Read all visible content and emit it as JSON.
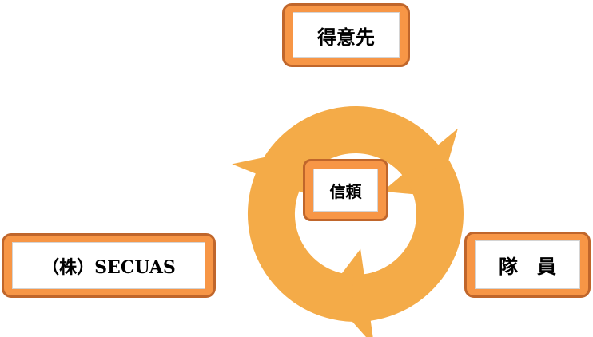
{
  "diagram": {
    "type": "cycle",
    "center_label": "信頼",
    "nodes": [
      {
        "id": "customer",
        "label": "得意先"
      },
      {
        "id": "staff",
        "label": "隊　員"
      },
      {
        "id": "company",
        "label": "（株）SECUAS"
      }
    ],
    "arrow_direction": "clockwise"
  },
  "colors": {
    "arrow_fill": "#f4ab48",
    "box_fill": "#f79646",
    "box_border": "#c0662b",
    "label_background": "#ffffff",
    "text": "#000000"
  }
}
